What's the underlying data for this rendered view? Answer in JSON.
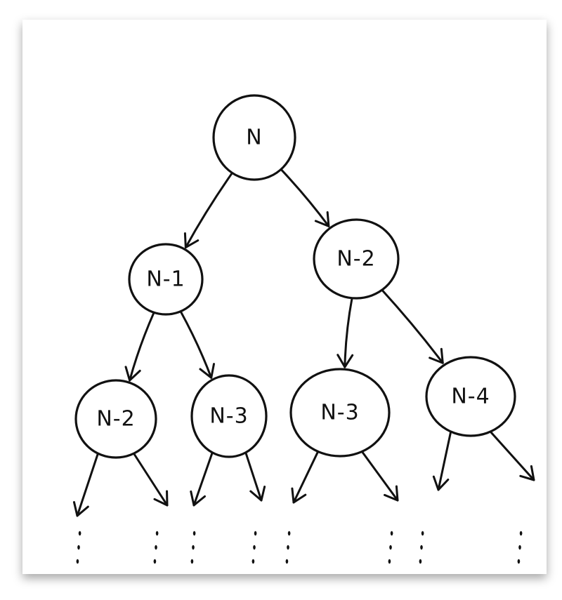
{
  "colors": {
    "paper": "#ffffff",
    "ink": "#111111",
    "shadow": "#9a9a9a"
  },
  "nodes": [
    {
      "id": "n0",
      "label": "N"
    },
    {
      "id": "n1",
      "label": "N-1"
    },
    {
      "id": "n2",
      "label": "N-2"
    },
    {
      "id": "n3",
      "label": "N-2"
    },
    {
      "id": "n4",
      "label": "N-3"
    },
    {
      "id": "n5",
      "label": "N-3"
    },
    {
      "id": "n6",
      "label": "N-4"
    }
  ],
  "edges": [
    {
      "from": "n0",
      "to": "n1"
    },
    {
      "from": "n0",
      "to": "n2"
    },
    {
      "from": "n1",
      "to": "n3"
    },
    {
      "from": "n1",
      "to": "n4"
    },
    {
      "from": "n2",
      "to": "n5"
    },
    {
      "from": "n2",
      "to": "n6"
    }
  ],
  "continuation_marker": ":"
}
